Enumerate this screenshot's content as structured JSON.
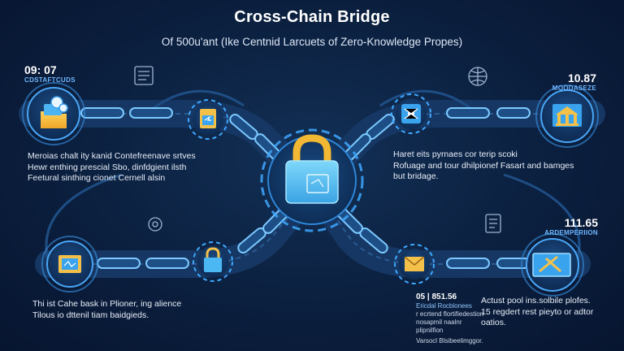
{
  "header": {
    "title": "Cross-Chain Bridge",
    "subtitle": "Of 500u'ant (Ike Centnid Larcuets of Zero-Knowledge Propes)"
  },
  "stats": {
    "top_left": {
      "value": "09: 07",
      "label": "CDSTAFTCUDS"
    },
    "top_right": {
      "value": "10.87",
      "label": "MOODASEZE"
    },
    "bottom_right": {
      "value": "111.65",
      "label": "ARDEMPERIION"
    },
    "bottom_mid": {
      "value": "05 | 851.56",
      "label": "Ericdal Rocblonees"
    }
  },
  "captions": {
    "top_left": [
      "Meroias chalt ity kanid Contefreenave srtves",
      "Hewr enthing prescial Sbo, dinfdgient ilsth",
      "Feetural sinthing cionet Cernell alsin"
    ],
    "top_right": [
      "Haret eits pyrnaes cor terip scoki",
      "Rofuage and tour dhilpionef Fasart and bamges",
      "but bridage."
    ],
    "bottom_left": [
      "Thi ist Cahe bask in Plioner, ing alience",
      "Tilous io dttenil tiam baidgieds."
    ],
    "bottom_right": [
      "Actust pool ins.solbile plofes.",
      "15 regdert rest pieyto or adtor oatios."
    ],
    "bottom_mid_notes": [
      "r ecrtend flortifiedestion",
      "nosapmil naalnr plipnilfion"
    ],
    "bottom_mid_footer": "Varsocl Blsibeelimggor."
  },
  "icons": {
    "center": "padlock-icon",
    "top_left_node": "folder-icon",
    "top_left_mid": "document-icon",
    "top_right_mid": "network-node-icon",
    "top_right_node": "bank-icon",
    "bottom_left_node": "folder-icon",
    "bottom_left_mid": "padlock-icon",
    "bottom_right_mid": "envelope-icon",
    "bottom_right_node": "folder-icon"
  },
  "colors": {
    "background": "#0b1f3e",
    "track": "#1c3f6e",
    "glow": "#3fa8ff",
    "lock_body": "#5fc7f5",
    "lock_shackle": "#f2b733",
    "accent_yellow": "#f4c040"
  }
}
